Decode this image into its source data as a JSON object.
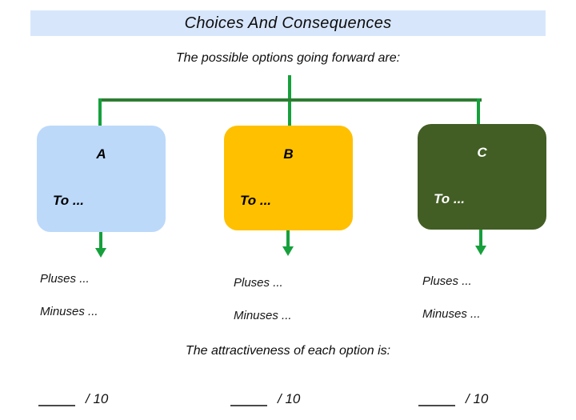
{
  "title": "Choices And Consequences",
  "subtitle": "The possible options going forward are:",
  "options": [
    {
      "letter": "A",
      "body": "To ...",
      "pluses": "Pluses ...",
      "minuses": "Minuses ...",
      "fill": "#BCD9FA",
      "text_color": "#000000"
    },
    {
      "letter": "B",
      "body": "To ...",
      "pluses": "Pluses ...",
      "minuses": "Minuses ...",
      "fill": "#FFC000",
      "text_color": "#000000"
    },
    {
      "letter": "C",
      "body": "To ...",
      "pluses": "Pluses ...",
      "minuses": "Minuses ...",
      "fill": "#425E24",
      "text_color": "#FFFFFF"
    }
  ],
  "prompt": "The attractiveness of each option is:",
  "rating_suffix": "/ 10",
  "colors": {
    "header_bg": "#D7E6FB",
    "connector_dark": "#2E7D32",
    "connector_bright": "#16A03C",
    "page_bg": "#FFFFFF",
    "text": "#121212"
  }
}
